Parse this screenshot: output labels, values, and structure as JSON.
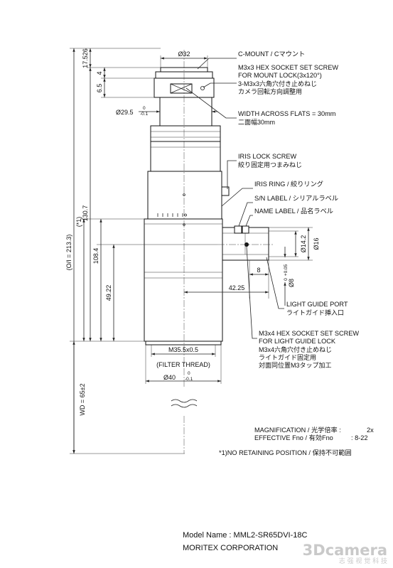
{
  "dimensions": {
    "overall": "(O/I = 213.3)",
    "wd": "WD = 65±2",
    "d17526": "17.526",
    "d4": "4",
    "d65": "6.5",
    "d1307": "130.7",
    "d1084": "108.4",
    "star1": "(*1)",
    "d4922": "49.22",
    "d4225": "42.25",
    "d8": "8",
    "phi32": "Ø32",
    "phi295": "Ø29.5",
    "tol295_up": "0",
    "tol295_dn": "-0.1",
    "phi142": "Ø14.2",
    "phi16": "Ø16",
    "phi8": "Ø8",
    "tol8_up": "+0.05",
    "tol8_dn": "0",
    "m355": "M35.5x0.5",
    "filter": "(FILTER THREAD)",
    "phi40": "Ø40",
    "tol40_up": "0",
    "tol40_dn": "-0.1"
  },
  "labels": {
    "cmount": "C-MOUNT / Cマウント",
    "m3x3_en1": "M3x3 HEX SOCKET SET SCREW",
    "m3x3_en2": "FOR MOUNT LOCK(3x120°)",
    "m3x3_jp1": "3-M3x3六角穴付き止めねじ",
    "m3x3_jp2": "カメラ回転方向調整用",
    "width_en": "WIDTH ACROSS FLATS = 30mm",
    "width_jp": "二面幅30mm",
    "iris_lock_en": "IRIS LOCK SCREW",
    "iris_lock_jp": "絞り固定用つまみねじ",
    "iris_ring": "IRIS RING / 絞りリング",
    "sn_label": "S/N LABEL / シリアルラベル",
    "name_label": "NAME LABEL / 品名ラベル",
    "light_guide_en": "LIGHT GUIDE PORT",
    "light_guide_jp": "ライトガイド挿入口",
    "m3x4_en1": "M3x4 HEX SOCKET SET SCREW",
    "m3x4_en2": "FOR LIGHT GUIDE LOCK",
    "m3x4_jp1": "M3x4六角穴付き止めねじ",
    "m3x4_jp2": "ライトガイド固定用",
    "m3x4_jp3": "対面同位置M3タップ加工"
  },
  "specs": {
    "magnification_label": "MAGNIFICATION / 光学倍率 :",
    "magnification_value": "2x",
    "fno_label": "EFFECTIVE Fno / 有効Fno",
    "fno_value": ": 8-22",
    "note": "*1)NO RETAINING POSITION / 保持不可範囲"
  },
  "footer": {
    "model": "Model Name : MML2-SR65DVI-18C",
    "company": "MORITEX CORPORATION"
  },
  "watermark": {
    "brand": "3Dcamera",
    "sub": "志 强 视 觉 科 技"
  }
}
